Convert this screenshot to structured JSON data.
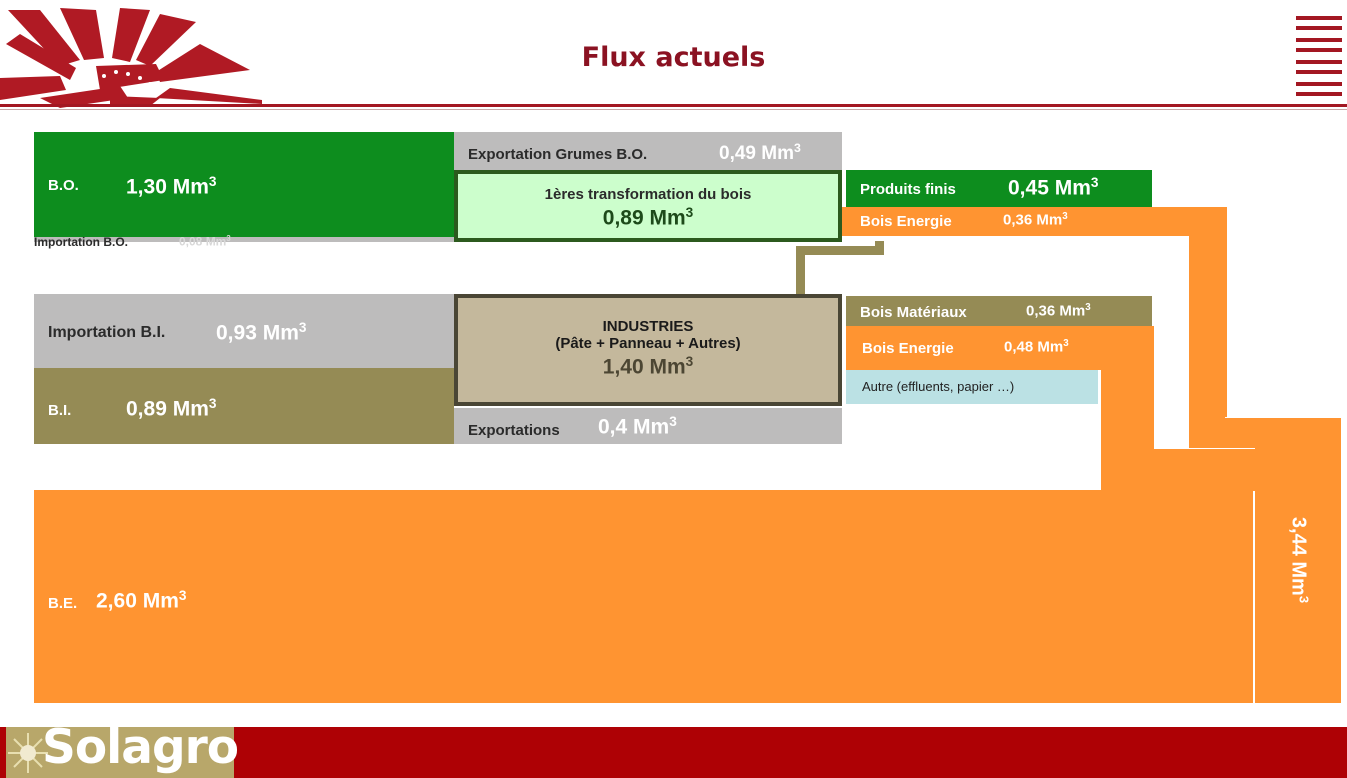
{
  "header": {
    "title": "Flux actuels"
  },
  "colors": {
    "bo_green": "#0d8d1e",
    "bi_olive": "#958b55",
    "import_gray": "#bdbcbc",
    "energy_orange": "#ff9431",
    "light_green": "#ccfecc",
    "industry_tan": "#c4b89c",
    "light_blue": "#bbe1e4",
    "brand_red": "#ae0105"
  },
  "sources": {
    "bo": {
      "label": "B.O.",
      "value": "1,30 Mm³"
    },
    "import_bo": {
      "label": "Importation B.O.",
      "value": "0,08 Mm³"
    },
    "import_bi": {
      "label": "Importation B.I.",
      "value": "0,93 Mm³"
    },
    "bi": {
      "label": "B.I.",
      "value": "0,89 Mm³"
    },
    "be": {
      "label": "B.E.",
      "value": "2,60 Mm³"
    }
  },
  "middle": {
    "export_grumes": {
      "label": "Exportation Grumes B.O.",
      "value": "0,49 Mm³"
    },
    "first_transformation": {
      "label": "1ères transformation du bois",
      "value": "0,89 Mm³"
    },
    "industries": {
      "label": "INDUSTRIES",
      "sublabel": "(Pâte + Panneau + Autres)",
      "value": "1,40 Mm³"
    },
    "exportations": {
      "label": "Exportations",
      "value": "0,4 Mm³"
    }
  },
  "outputs": {
    "produits_finis": {
      "label": "Produits finis",
      "value": "0,45 Mm³"
    },
    "bois_energie_1": {
      "label": "Bois Energie",
      "value": "0,36 Mm³"
    },
    "bois_materiaux": {
      "label": "Bois Matériaux",
      "value": "0,36 Mm³"
    },
    "bois_energie_2": {
      "label": "Bois Energie",
      "value": "0,48 Mm³"
    },
    "autre": {
      "label": "Autre (effluents, papier …)"
    }
  },
  "total": {
    "value": "3,44 Mm³"
  },
  "footer": {
    "logo_text": "Solagro"
  }
}
